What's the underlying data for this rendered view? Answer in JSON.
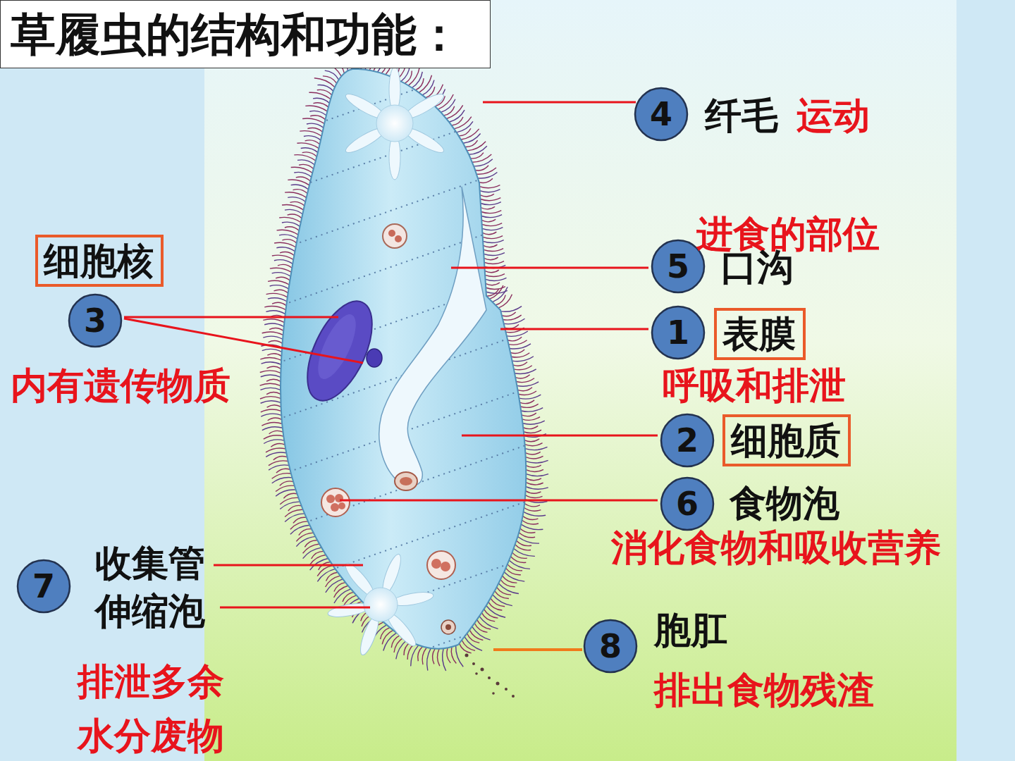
{
  "diagram": {
    "title": "草履虫的结构和功能：",
    "nodes": [
      {
        "text": [
          "4"
        ]
      },
      {
        "text": [
          "细胞核"
        ]
      },
      {
        "text": [
          "5"
        ]
      },
      {
        "text": [
          "3"
        ]
      },
      {
        "text": [
          "1"
        ]
      },
      {
        "text": [
          "表膜"
        ]
      },
      {
        "text": [
          "2"
        ]
      },
      {
        "text": [
          "细胞质"
        ]
      },
      {
        "text": [
          "6"
        ]
      },
      {
        "text": [
          "7"
        ]
      },
      {
        "text": [
          "8"
        ]
      }
    ],
    "labels": [
      "纤毛",
      "运动",
      "进食的部位",
      "口沟",
      "内有遗传物质",
      "呼吸和排泄",
      "食物泡",
      "消化食物和吸收营养",
      "收集管",
      "伸缩泡",
      "胞肛",
      "排泄多余",
      "排出食物残渣",
      "水分废物"
    ]
  }
}
